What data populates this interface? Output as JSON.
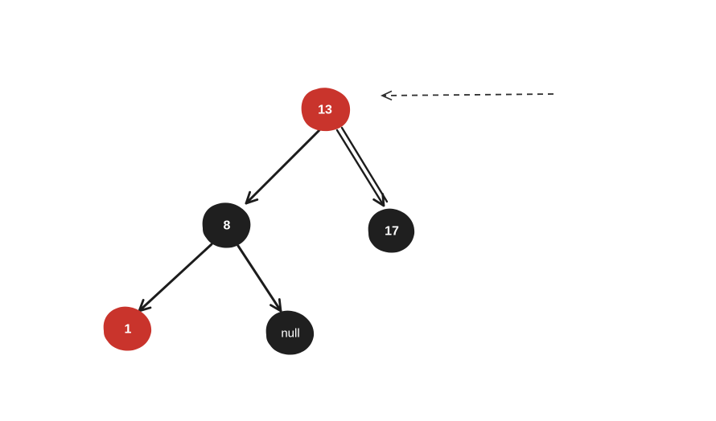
{
  "diagram": {
    "type": "red-black-binary-tree",
    "background_color": "#ffffff",
    "colors": {
      "red_node": "#c9342c",
      "black_node": "#1f1f1f",
      "edge": "#1c1c1c",
      "pointer_arrow": "#2e2e2e",
      "node_text": "#ffffff"
    },
    "nodes": {
      "root": {
        "label": "13",
        "color": "#c9342c",
        "color_name": "red"
      },
      "left": {
        "label": "8",
        "color": "#1f1f1f",
        "color_name": "black"
      },
      "right": {
        "label": "17",
        "color": "#1f1f1f",
        "color_name": "black"
      },
      "left_left": {
        "label": "1",
        "color": "#c9342c",
        "color_name": "red"
      },
      "left_right": {
        "label": "null",
        "color": "#1f1f1f",
        "color_name": "black"
      }
    },
    "edges": [
      {
        "from": "13",
        "to": "8",
        "style": "solid-arrow"
      },
      {
        "from": "13",
        "to": "17",
        "style": "double-stroke-arrow"
      },
      {
        "from": "8",
        "to": "1",
        "style": "solid-arrow"
      },
      {
        "from": "8",
        "to": "null",
        "style": "solid-arrow"
      }
    ],
    "pointer_arrow": {
      "style": "dashed",
      "direction": "right-to-left",
      "points_to": "13"
    }
  }
}
